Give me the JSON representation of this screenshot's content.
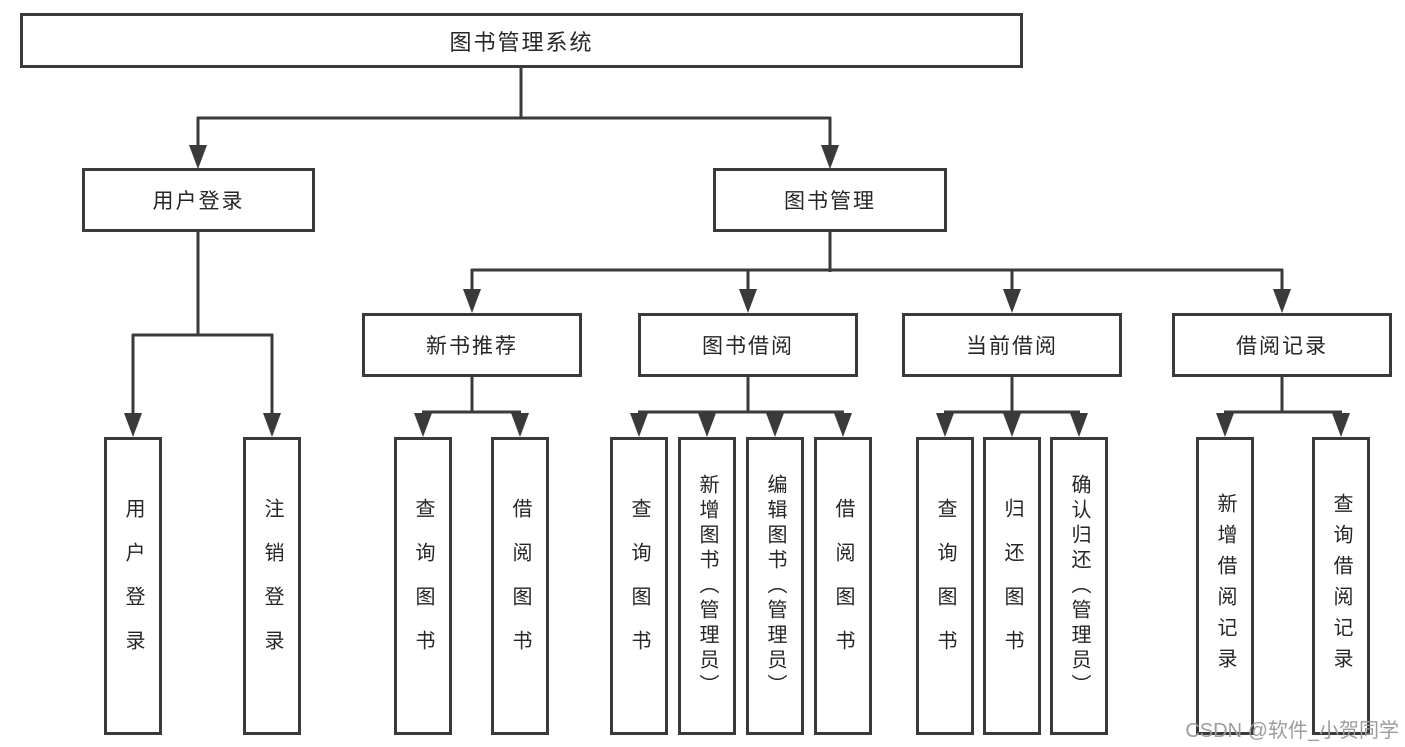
{
  "diagram_type": "hierarchy-tree",
  "tree": {
    "root": "图书管理系统",
    "branches": [
      {
        "label": "用户登录",
        "children": [
          "用户登录",
          "注销登录"
        ]
      },
      {
        "label": "图书管理",
        "groups": [
          {
            "label": "新书推荐",
            "children": [
              "查询图书",
              "借阅图书"
            ]
          },
          {
            "label": "图书借阅",
            "children": [
              "查询图书",
              "新增图书（管理员）",
              "编辑图书（管理员）",
              "借阅图书"
            ]
          },
          {
            "label": "当前借阅",
            "children": [
              "查询图书",
              "归还图书",
              "确认归还（管理员）"
            ]
          },
          {
            "label": "借阅记录",
            "children": [
              "新增借阅记录",
              "查询借阅记录"
            ]
          }
        ]
      }
    ]
  },
  "watermark": "CSDN @软件_小贺同学",
  "colors": {
    "line": "#3a3a3a",
    "box_border": "#3a3a3a",
    "box_background": "#ffffff",
    "text": "#262626",
    "watermark": "#9d9d9d",
    "page_background": "#ffffff"
  }
}
